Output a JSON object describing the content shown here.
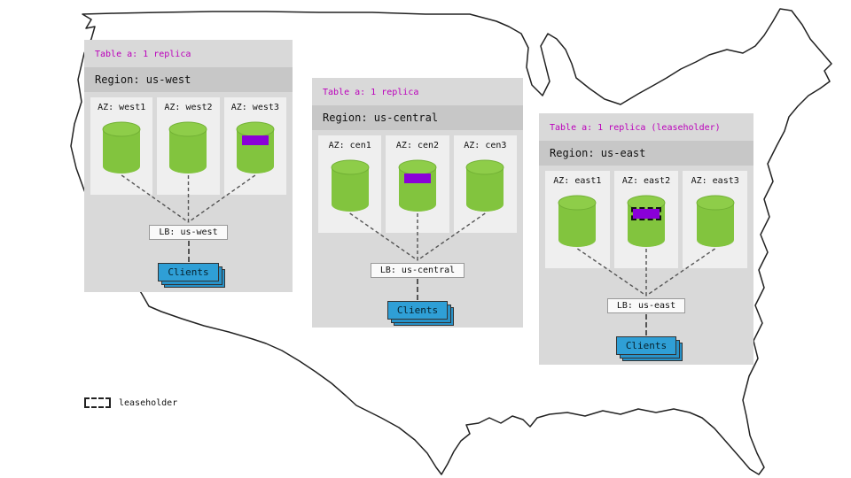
{
  "regions": [
    {
      "table_label": "Table a: 1 replica",
      "region_label": "Region: us-west",
      "azs": [
        {
          "label": "AZ: west1",
          "replica": false,
          "leaseholder": false
        },
        {
          "label": "AZ: west2",
          "replica": false,
          "leaseholder": false
        },
        {
          "label": "AZ: west3",
          "replica": true,
          "leaseholder": false
        }
      ],
      "lb_label": "LB: us-west",
      "clients_label": "Clients"
    },
    {
      "table_label": "Table a: 1 replica",
      "region_label": "Region: us-central",
      "azs": [
        {
          "label": "AZ: cen1",
          "replica": false,
          "leaseholder": false
        },
        {
          "label": "AZ: cen2",
          "replica": true,
          "leaseholder": false
        },
        {
          "label": "AZ: cen3",
          "replica": false,
          "leaseholder": false
        }
      ],
      "lb_label": "LB: us-central",
      "clients_label": "Clients"
    },
    {
      "table_label": "Table a: 1 replica (leaseholder)",
      "region_label": "Region: us-east",
      "azs": [
        {
          "label": "AZ: east1",
          "replica": false,
          "leaseholder": false
        },
        {
          "label": "AZ: east2",
          "replica": true,
          "leaseholder": true
        },
        {
          "label": "AZ: east3",
          "replica": false,
          "leaseholder": false
        }
      ],
      "lb_label": "LB: us-east",
      "clients_label": "Clients"
    }
  ],
  "legend": {
    "label": "leaseholder",
    "swatch": "dashed-rect"
  },
  "icons": {
    "database": "green-cylinder-icon",
    "clients": "stacked-blue-boxes",
    "map": "us-outline"
  },
  "colors": {
    "table_label_text": "#bb00bb",
    "replica_fill": "#8a00d8",
    "cylinder_fill": "#82c43e",
    "cylinder_top_fill": "#8ecd49",
    "clients_fill": "#2f9fd6",
    "panel_bg": "#d9d9d9",
    "region_band_bg": "#c7c7c7",
    "az_box_bg": "#efefef",
    "map_stroke": "#222222",
    "connector_stroke": "#555555"
  }
}
